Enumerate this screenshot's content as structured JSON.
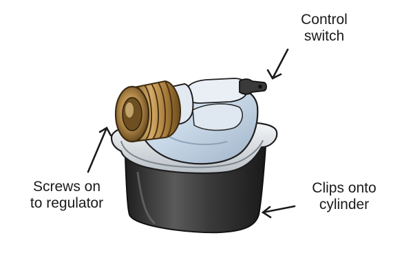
{
  "labels": {
    "control_switch": [
      "Control",
      "switch"
    ],
    "screws_on": [
      "Screws on",
      "to regulator"
    ],
    "clips_onto": [
      "Clips onto",
      "cylinder"
    ]
  },
  "colors": {
    "cup_dark": "#2d2d2d",
    "cup_mid": "#4a4a4a",
    "rim_light": "#e4e8ec",
    "body_blue": "#c9d8e8",
    "brass": "#b58a46",
    "brass_dark": "#6f4e20",
    "outline": "#1e1e1e"
  }
}
